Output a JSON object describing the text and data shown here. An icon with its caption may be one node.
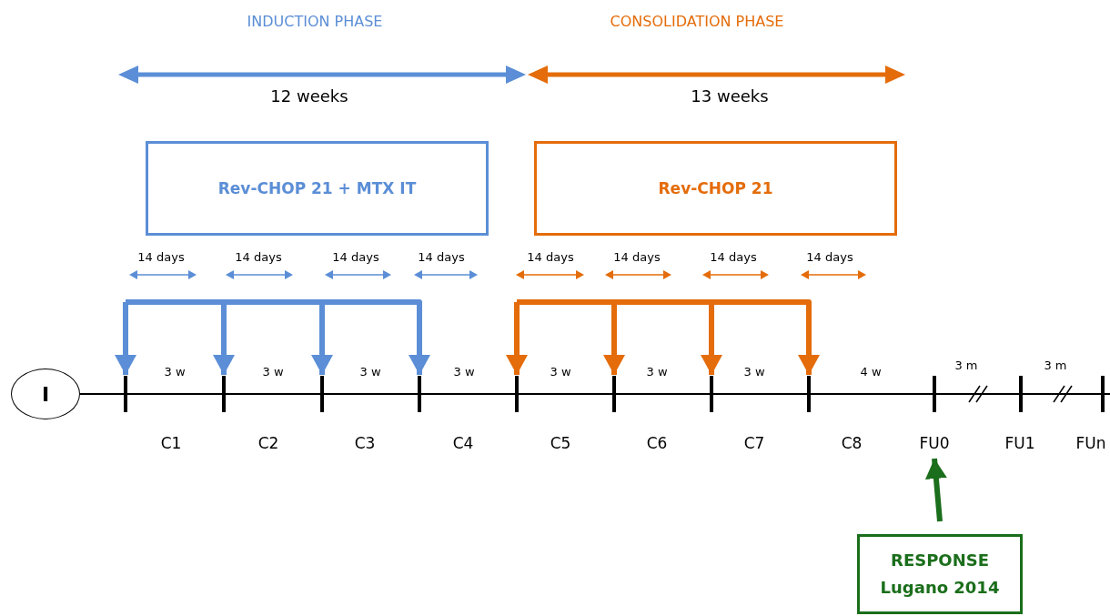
{
  "diagram": {
    "nodes": [
      {
        "text": [
          "Rev-CHOP 21 + MTX IT"
        ]
      },
      {
        "text": [
          "Rev-CHOP 21"
        ]
      },
      {
        "text": [
          "I"
        ]
      },
      {
        "text": [],
        "shape": "bar"
      },
      {
        "text": [],
        "shape": "bar"
      },
      {
        "text": [],
        "shape": "bar"
      },
      {
        "text": [],
        "shape": "bar"
      },
      {
        "text": [],
        "shape": "bar"
      },
      {
        "text": [],
        "shape": "bar"
      },
      {
        "text": [],
        "shape": "bar"
      },
      {
        "text": [],
        "shape": "bar"
      },
      {
        "text": [],
        "shape": "bar"
      },
      {
        "text": [],
        "shape": "bar"
      },
      {
        "text": [],
        "shape": "bar"
      },
      {
        "text": [
          "RESPONSE Lugano 2014"
        ]
      },
      {
        "text": [
          "FU0"
        ]
      }
    ],
    "edges": [
      {
        "from": null,
        "to": 3,
        "arrow": "to",
        "color": "#5b8ed6"
      },
      {
        "from": null,
        "to": 4,
        "arrow": "to",
        "color": "#5b8ed6"
      },
      {
        "from": null,
        "to": 5,
        "arrow": "to",
        "color": "#5b8ed6"
      },
      {
        "from": null,
        "to": 6,
        "arrow": "to",
        "color": "#5b8ed6"
      },
      {
        "from": null,
        "to": 7,
        "arrow": "to",
        "color": "#e46c0a"
      },
      {
        "from": null,
        "to": 8,
        "arrow": "to",
        "color": "#e46c0a"
      },
      {
        "from": null,
        "to": 9,
        "arrow": "to",
        "color": "#e46c0a"
      },
      {
        "from": null,
        "to": 10,
        "arrow": "to",
        "color": "#e46c0a"
      },
      {
        "from": 14,
        "to": 15,
        "arrow": "to",
        "color": "#1b6e1b"
      }
    ],
    "labels": [
      "INDUCTION PHASE",
      "CONSOLIDATION PHASE",
      "12 weeks",
      "13 weeks",
      "14 days",
      "14 days",
      "14 days",
      "14 days",
      "14 days",
      "14 days",
      "14 days",
      "14 days",
      "3 w",
      "3 w",
      "3 w",
      "3 w",
      "3 w",
      "3 w",
      "3 w",
      "4 w",
      "3 m",
      "3 m",
      "C1",
      "C2",
      "C3",
      "C4",
      "C5",
      "C6",
      "C7",
      "C8",
      "FU1",
      "FUn"
    ]
  }
}
